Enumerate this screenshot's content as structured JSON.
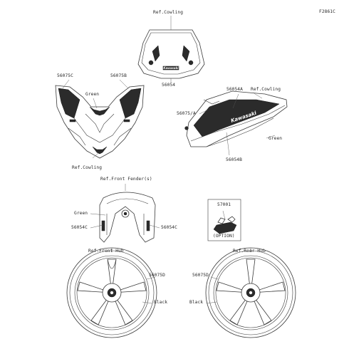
{
  "figure_code": "F2861C",
  "brand_decal_text": "Kawasaki",
  "windshield": {
    "ref_label": "Ref.Cowling",
    "part_label": "56054"
  },
  "front_cowl": {
    "left_label": "56075C",
    "right_label": "56075B",
    "color_label": "Green",
    "ref_label": "Ref.Cowling"
  },
  "side_cowl": {
    "top_label": "56054A",
    "ref_label": "Ref.Cowling",
    "left_label": "56075/A",
    "color_label": "Green",
    "bottom_label": "56054B"
  },
  "front_fender": {
    "ref_label": "Ref.Front Fender(s)",
    "color_label": "Green",
    "left_label": "56054C",
    "right_label": "56054C"
  },
  "option_box": {
    "part_label": "57001",
    "caption": "(OPTION)"
  },
  "front_wheel": {
    "ref_label": "Ref.Front Hub",
    "part_label": "56075D",
    "color_label": "Black"
  },
  "rear_wheel": {
    "ref_label": "Ref.Rear Hub",
    "part_label": "56075D",
    "color_label": "Black"
  },
  "colors": {
    "line": "#3a3a3a",
    "decal_dark": "#2b2b2b",
    "text": "#2a2a2a",
    "background": "#ffffff"
  }
}
